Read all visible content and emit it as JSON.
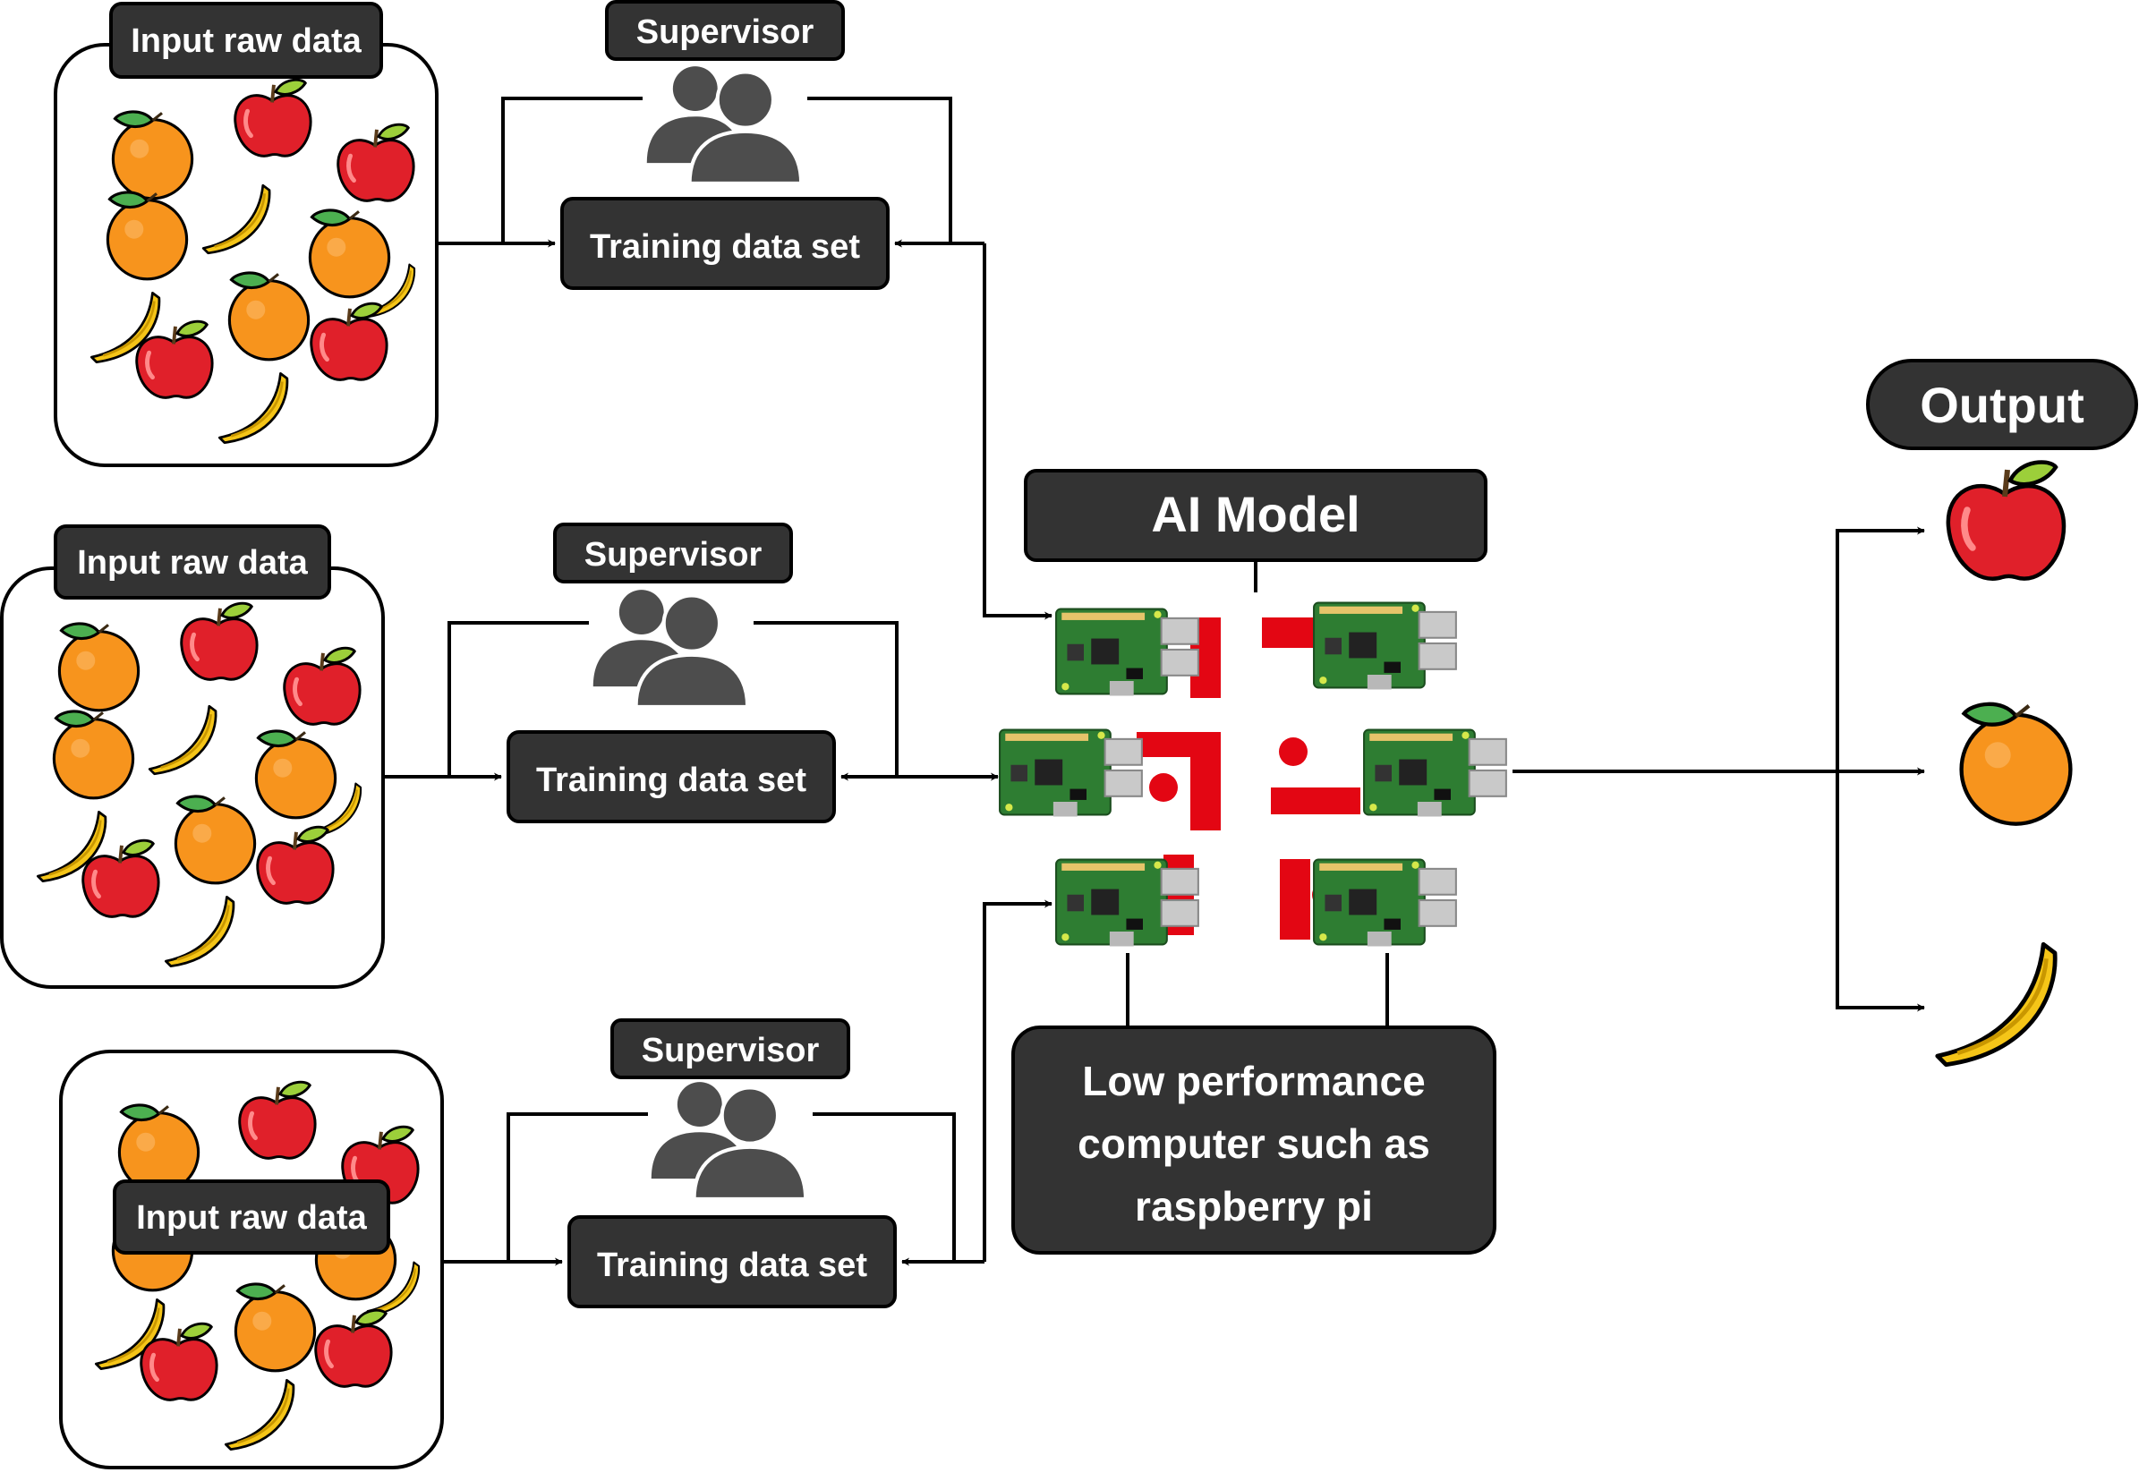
{
  "pipelines": [
    {
      "input_label": "Input raw data",
      "supervisor_label": "Supervisor",
      "training_label": "Training data set"
    },
    {
      "input_label": "Input raw data",
      "supervisor_label": "Supervisor",
      "training_label": "Training data set"
    },
    {
      "input_label": "Input raw data",
      "supervisor_label": "Supervisor",
      "training_label": "Training data set"
    }
  ],
  "model": {
    "title": "AI Model",
    "hardware_note": [
      "Low performance",
      "computer such as",
      "raspberry pi"
    ]
  },
  "output": {
    "title": "Output",
    "classes": [
      "apple-icon",
      "orange-icon",
      "banana-icon"
    ]
  },
  "colors": {
    "label_bg": "#333333",
    "apple": "#e0202a",
    "orange": "#f7941d",
    "banana": "#f5c518",
    "leaf": "#7cb82f",
    "board": "#2e7d32",
    "raspberry_logo": "#e30613"
  }
}
